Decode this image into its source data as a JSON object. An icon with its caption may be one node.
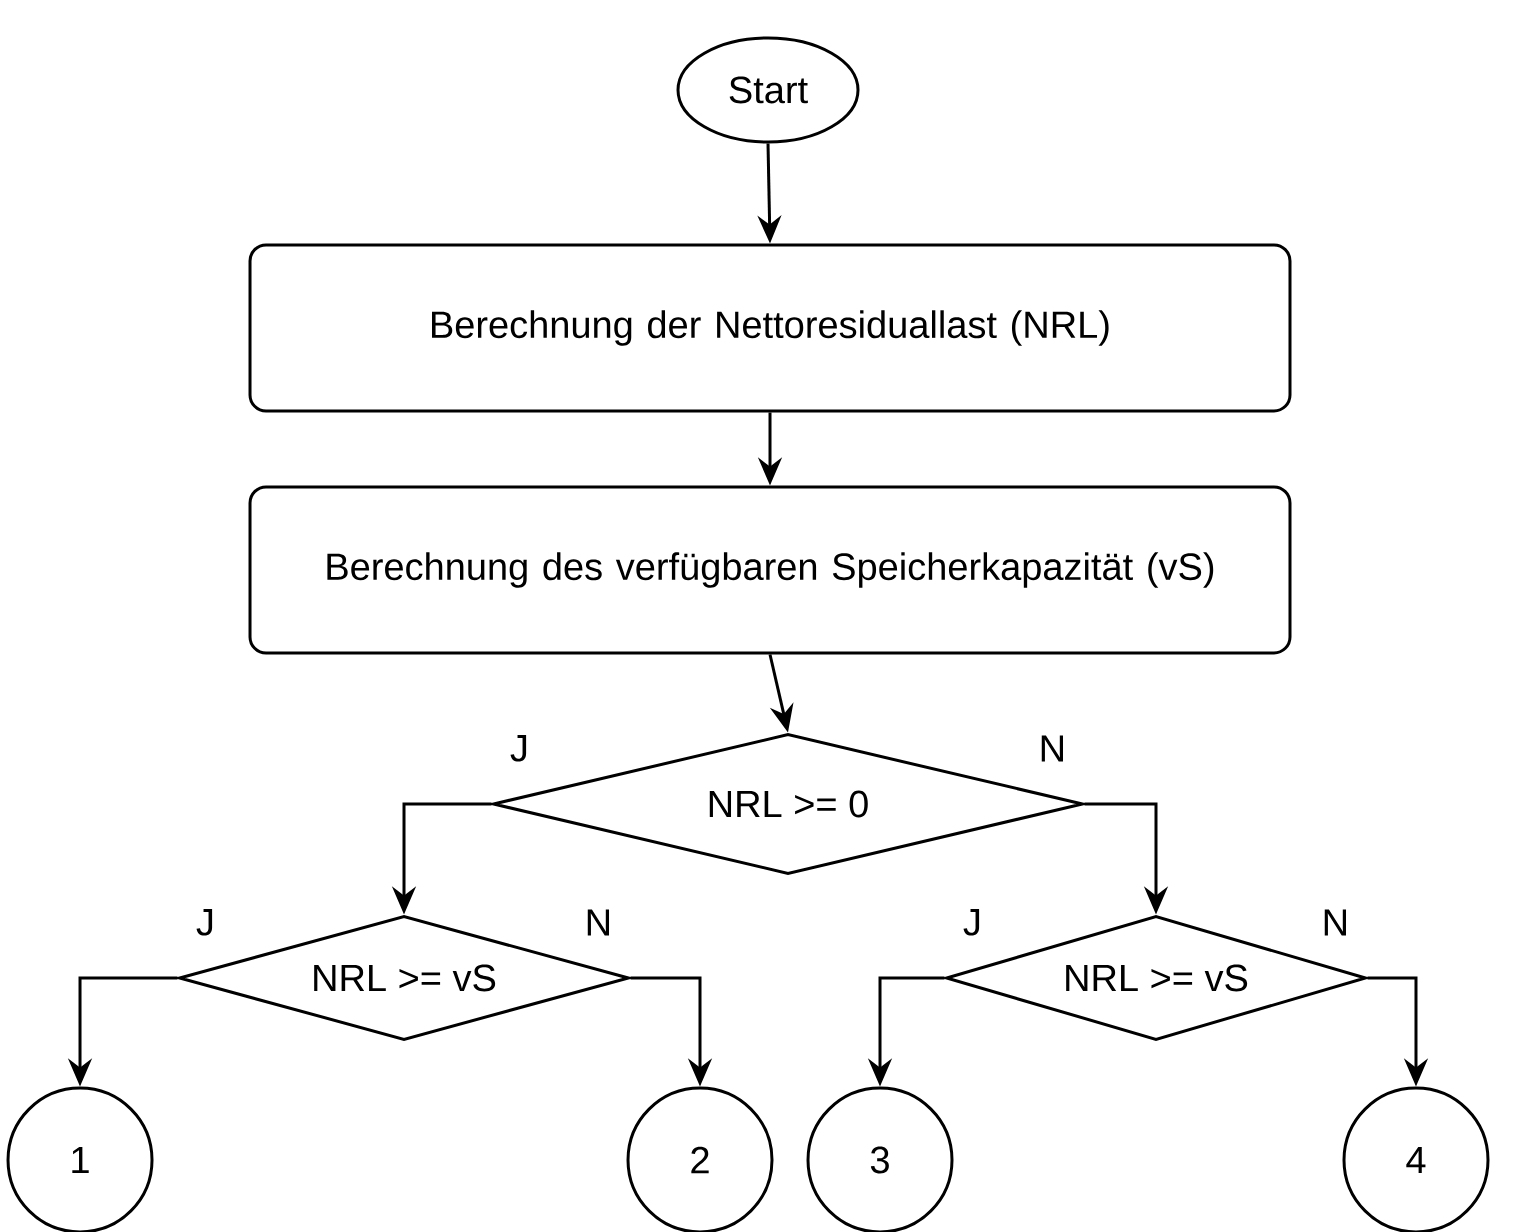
{
  "diagram": {
    "nodes": [
      {
        "text": [
          "Start"
        ]
      },
      {
        "text": [
          "Berechnung der Nettoresiduallast (NRL)"
        ]
      },
      {
        "text": [
          "Berechnung des verfügbaren Speicherkapazität (vS)"
        ]
      },
      {
        "text": [
          "NRL >= 0"
        ]
      },
      {
        "text": [
          "NRL >= vS"
        ]
      },
      {
        "text": [
          "NRL >= vS"
        ]
      },
      {
        "text": [
          "1"
        ]
      },
      {
        "text": [
          "2"
        ]
      },
      {
        "text": [
          "3"
        ]
      },
      {
        "text": [
          "4"
        ]
      }
    ],
    "edges": [
      {
        "from": 0,
        "to": 1,
        "arrow": "to"
      },
      {
        "from": 1,
        "to": 2,
        "arrow": "to"
      },
      {
        "from": 2,
        "to": 3,
        "arrow": "to"
      },
      {
        "from": 3,
        "to": 4,
        "arrow": "to",
        "label": "J"
      },
      {
        "from": 3,
        "to": 5,
        "arrow": "to",
        "label": "N"
      },
      {
        "from": 4,
        "to": 6,
        "arrow": "to",
        "label": "J"
      },
      {
        "from": 4,
        "to": 7,
        "arrow": "to",
        "label": "N"
      },
      {
        "from": 5,
        "to": 8,
        "arrow": "to",
        "label": "J"
      },
      {
        "from": 5,
        "to": 9,
        "arrow": "to",
        "label": "N"
      }
    ]
  }
}
